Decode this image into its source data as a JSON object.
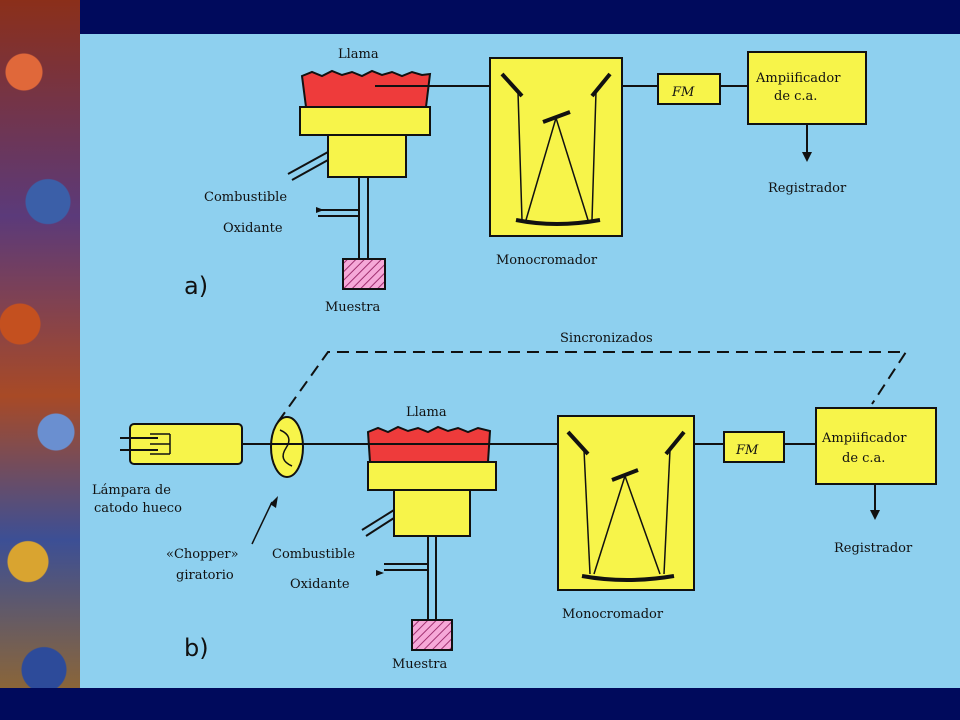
{
  "diagram_a": {
    "llama": "Llama",
    "combustible": "Combustible",
    "oxidante": "Oxidante",
    "muestra": "Muestra",
    "monocromador": "Monocromador",
    "fm": "FM",
    "amp_line1": "Ampiificador",
    "amp_line2": "de c.a.",
    "registrador": "Registrador",
    "panel_label": "a)"
  },
  "diagram_b": {
    "sincronizados": "Sincronizados",
    "lampara_line1": "Lámpara de",
    "lampara_line2": "catodo hueco",
    "chopper_line1": "«Chopper»",
    "chopper_line2": "giratorio",
    "llama": "Llama",
    "combustible": "Combustible",
    "oxidante": "Oxidante",
    "muestra": "Muestra",
    "monocromador": "Monocromador",
    "fm": "FM",
    "amp_line1": "Ampiificador",
    "amp_line2": "de c.a.",
    "registrador": "Registrador",
    "panel_label": "b)"
  },
  "colors": {
    "background": "#8ed0ef",
    "box_yellow": "#f7f44a",
    "flame_red": "#ee3b3b",
    "frame": "#000a5c"
  }
}
